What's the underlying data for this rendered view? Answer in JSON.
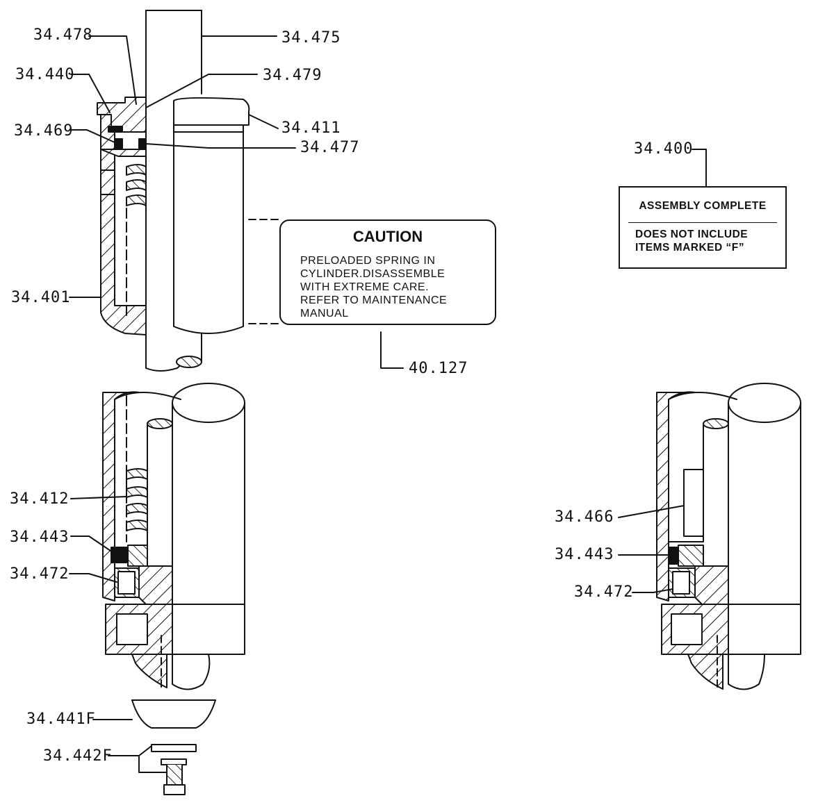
{
  "labels": {
    "l34478": "34.478",
    "l34475": "34.475",
    "l34440": "34.440",
    "l34479": "34.479",
    "l34411": "34.411",
    "l34469": "34.469",
    "l34477": "34.477",
    "l34401": "34.401",
    "l40127": "40.127",
    "l34400": "34.400",
    "l34412": "34.412",
    "l34443a": "34.443",
    "l34472a": "34.472",
    "l34441F": "34.441F",
    "l34442F": "34.442F",
    "l34466": "34.466",
    "l34443b": "34.443",
    "l34472b": "34.472"
  },
  "caution_label": {
    "heading": "CAUTION",
    "lines": [
      "PRELOADED SPRING IN",
      "CYLINDER.DISASSEMBLE",
      "WITH EXTREME CARE.",
      "REFER TO MAINTENANCE",
      "MANUAL"
    ]
  },
  "assembly_note": {
    "title": "ASSEMBLY COMPLETE",
    "lines": [
      "DOES NOT INCLUDE",
      "ITEMS MARKED “F”"
    ]
  }
}
